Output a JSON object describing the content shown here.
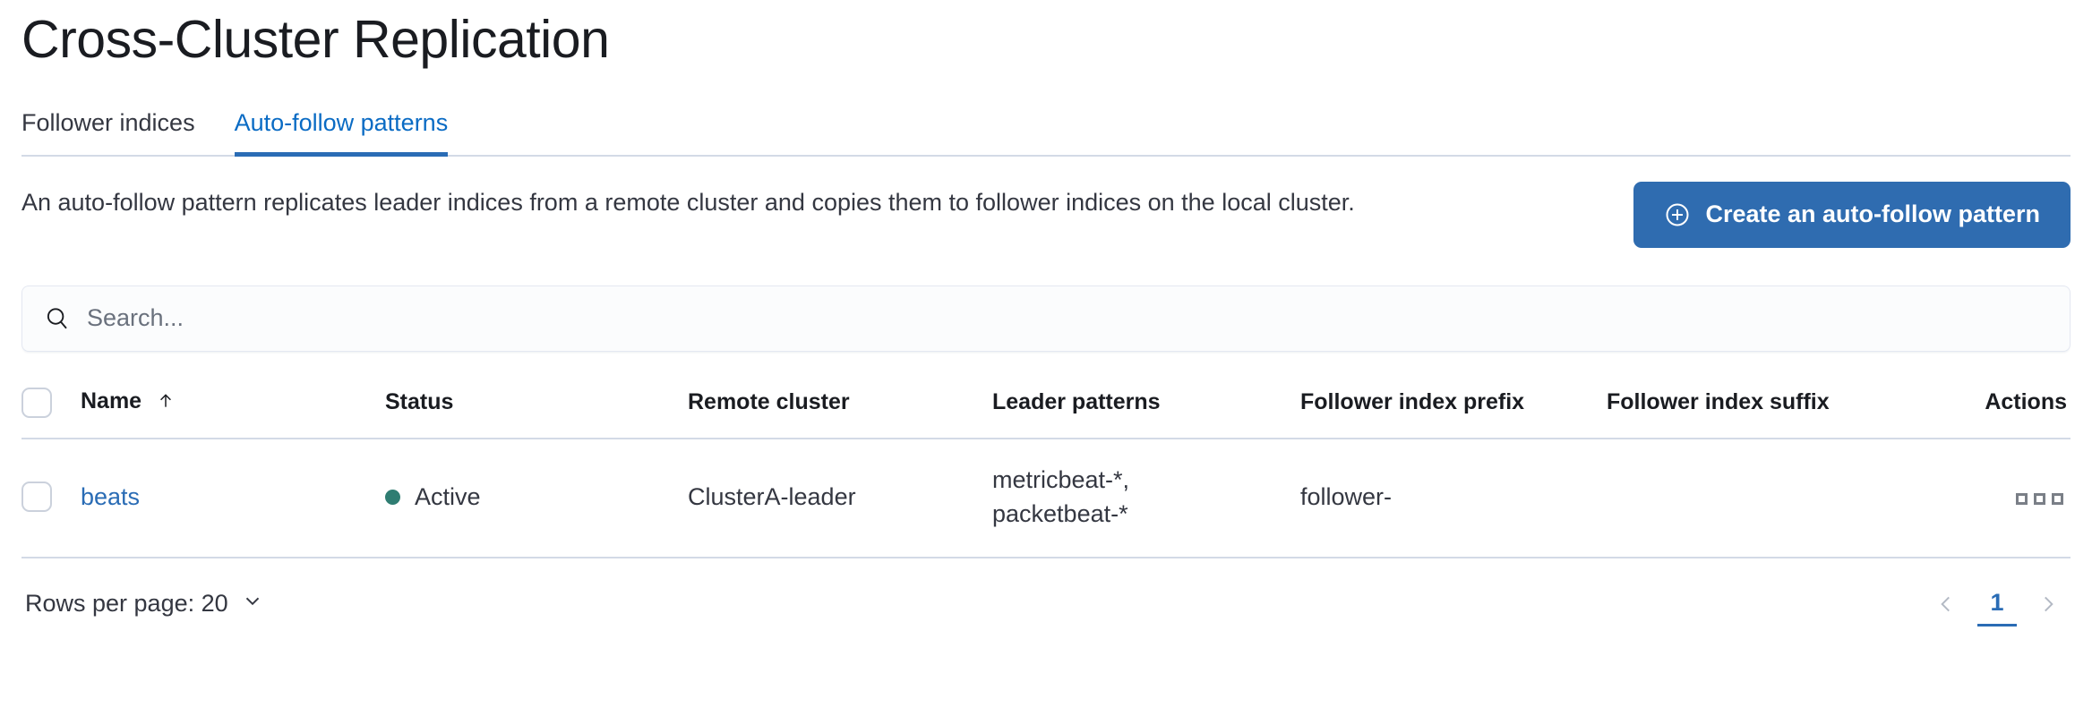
{
  "page": {
    "title": "Cross-Cluster Replication"
  },
  "tabs": [
    {
      "label": "Follower indices",
      "active": false
    },
    {
      "label": "Auto-follow patterns",
      "active": true
    }
  ],
  "intro": {
    "description": "An auto-follow pattern replicates leader indices from a remote cluster and copies them to follower indices on the local cluster.",
    "create_button_label": "Create an auto-follow pattern",
    "create_button_icon": "plus-in-circle-icon",
    "create_button_color": "#2f6cb0"
  },
  "search": {
    "placeholder": "Search...",
    "value": "",
    "icon": "search-icon"
  },
  "table": {
    "columns": [
      {
        "key": "name",
        "label": "Name",
        "sorted": "asc",
        "sort_icon": "arrow-up-icon"
      },
      {
        "key": "status",
        "label": "Status"
      },
      {
        "key": "remote_cluster",
        "label": "Remote cluster"
      },
      {
        "key": "leader_patterns",
        "label": "Leader patterns"
      },
      {
        "key": "follower_index_prefix",
        "label": "Follower index prefix"
      },
      {
        "key": "follower_index_suffix",
        "label": "Follower index suffix"
      },
      {
        "key": "actions",
        "label": "Actions"
      }
    ],
    "rows": [
      {
        "selected": false,
        "name": "beats",
        "status": "Active",
        "status_color": "#2f7d72",
        "remote_cluster": "ClusterA-leader",
        "leader_patterns_line1": "metricbeat-*,",
        "leader_patterns_line2": "packetbeat-*",
        "follower_index_prefix": "follower-",
        "follower_index_suffix": "",
        "actions_icon": "more-actions-icon"
      }
    ]
  },
  "footer": {
    "rows_per_page_label": "Rows per page: 20",
    "rows_per_page_icon": "chevron-down-icon",
    "prev_icon": "chevron-left-icon",
    "next_icon": "chevron-right-icon",
    "current_page": "1"
  }
}
